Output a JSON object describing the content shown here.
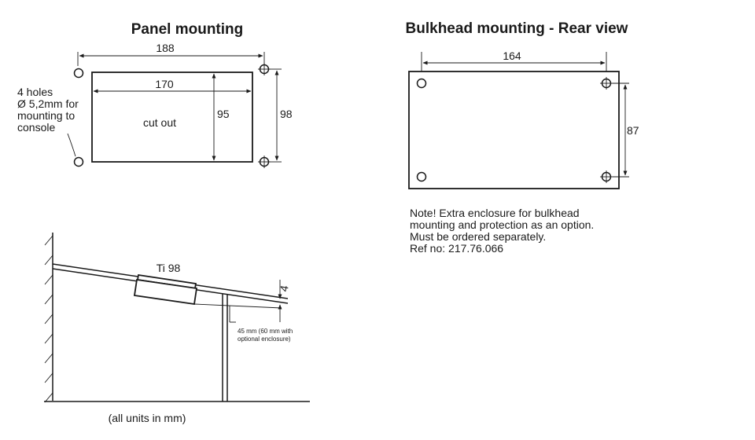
{
  "panel_mounting": {
    "title": "Panel mounting",
    "dim_outer_width": "188",
    "dim_cutout_width": "170",
    "dim_cutout_height": "95",
    "dim_hole_spacing_height": "98",
    "cutout_label": "cut out",
    "holes_note": [
      "4 holes",
      "Ø 5,2mm for",
      "mounting to",
      "console"
    ]
  },
  "bulkhead_mounting": {
    "title": "Bulkhead mounting - Rear view",
    "dim_hole_spacing_width": "164",
    "dim_hole_spacing_height": "87",
    "note": [
      "Note! Extra enclosure for bulkhead",
      "mounting and protection as an option.",
      "Must be ordered separately.",
      "Ref no: 217.76.066"
    ]
  },
  "side_view": {
    "device_label": "Ti 98",
    "dim_thickness": "4",
    "depth_note": [
      "45 mm (60 mm with",
      "optional enclosure)"
    ],
    "units_note": "(all units in mm)"
  }
}
